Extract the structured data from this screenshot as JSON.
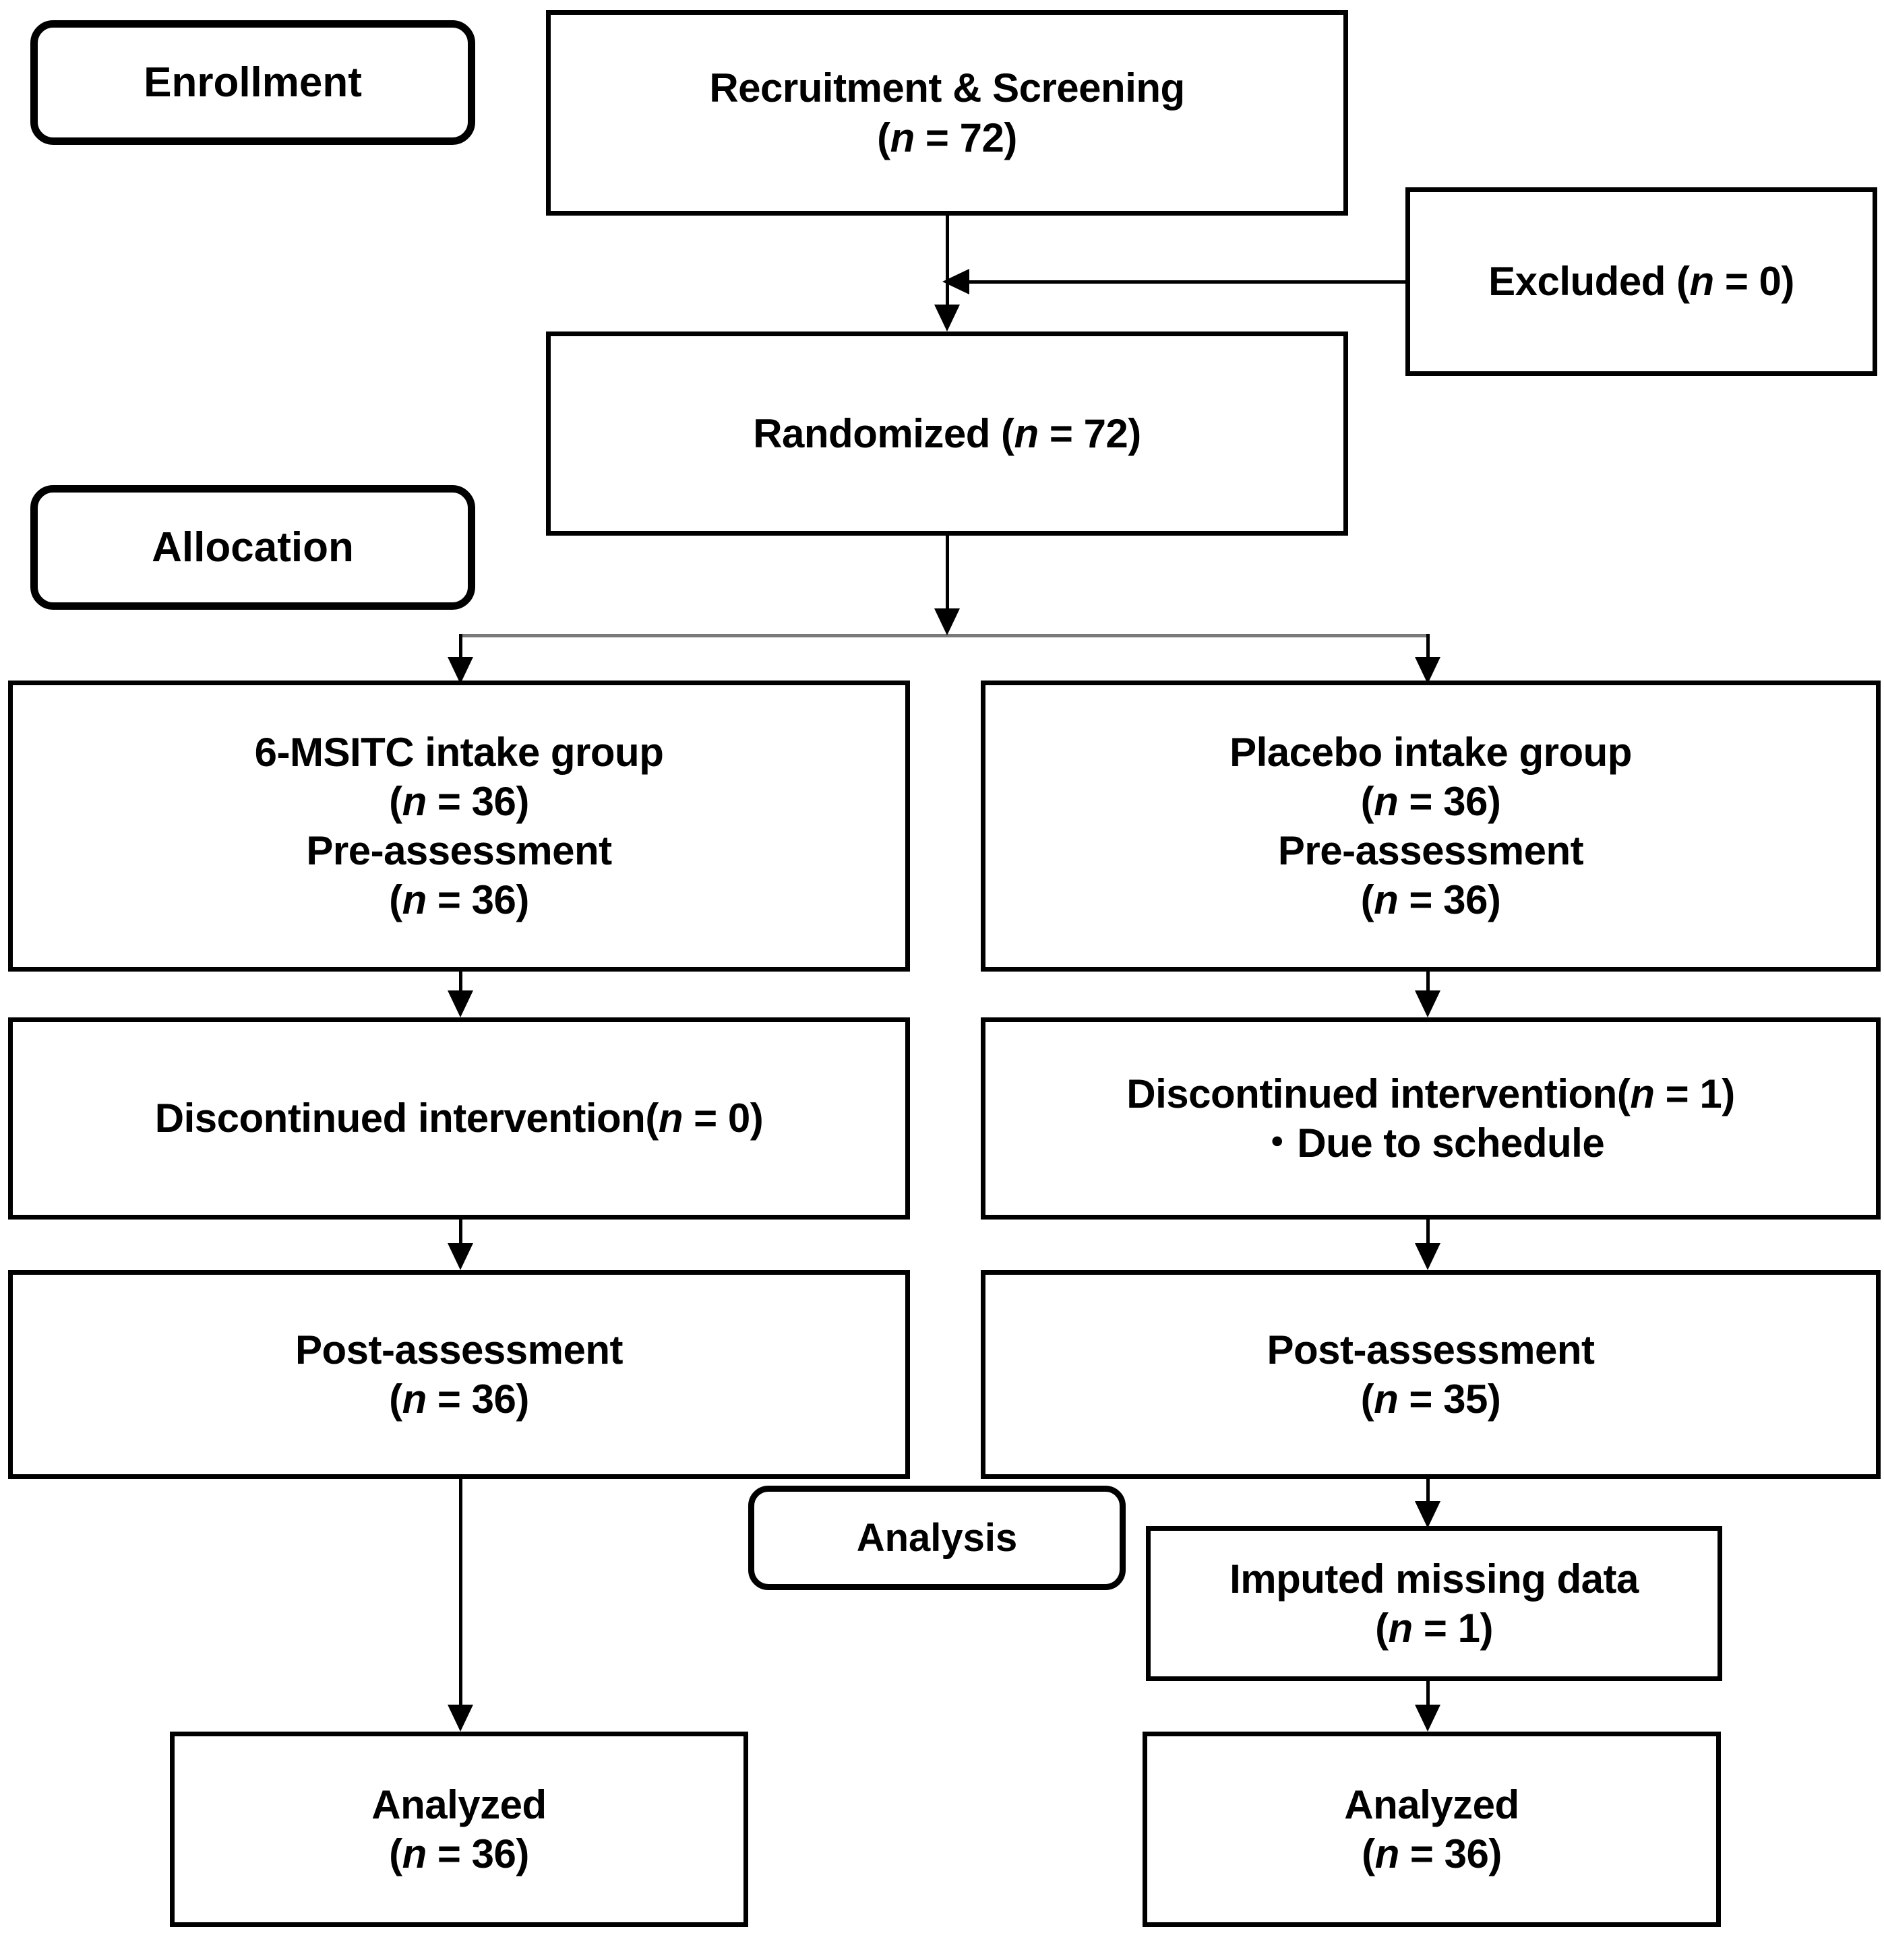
{
  "diagram": {
    "type": "CONSORT participant flow diagram",
    "stage_labels": [
      {
        "id": "enrollment",
        "label": "Enrollment"
      },
      {
        "id": "allocation",
        "label": "Allocation"
      },
      {
        "id": "analysis",
        "label": "Analysis"
      }
    ],
    "nodes": {
      "recruitment": {
        "line1": "Recruitment & Screening",
        "line2_prefix": "(",
        "line2_var": "n",
        "line2_value": " = 72)"
      },
      "excluded": {
        "prefix": "Excluded (",
        "var": "n",
        "value": " = 0)"
      },
      "randomized": {
        "prefix": "Randomized (",
        "var": "n",
        "value": " = 72)"
      },
      "left_group": {
        "line1": "6-MSITC intake group",
        "line2_prefix": "(",
        "line2_var": "n",
        "line2_value": " = 36)",
        "line3": "Pre-assessment",
        "line4_prefix": "(",
        "line4_var": "n",
        "line4_value": " = 36)"
      },
      "right_group": {
        "line1": "Placebo intake group",
        "line2_prefix": "(",
        "line2_var": "n",
        "line2_value": " = 36)",
        "line3": "Pre-assessment",
        "line4_prefix": "(",
        "line4_var": "n",
        "line4_value": " = 36)"
      },
      "left_discontinued": {
        "prefix": "Discontinued intervention(",
        "var": "n",
        "value": " = 0)"
      },
      "right_discontinued": {
        "prefix": "Discontinued intervention(",
        "var": "n",
        "value": " = 1)",
        "reason": "・Due to schedule"
      },
      "left_post": {
        "line1": "Post-assessment",
        "line2_prefix": "(",
        "line2_var": "n",
        "line2_value": " = 36)"
      },
      "right_post": {
        "line1": "Post-assessment",
        "line2_prefix": "(",
        "line2_var": "n",
        "line2_value": " = 35)"
      },
      "imputed": {
        "line1": "Imputed missing data",
        "line2_prefix": "(",
        "line2_var": "n",
        "line2_value": " = 1)"
      },
      "left_analyzed": {
        "line1": "Analyzed",
        "line2_prefix": "(",
        "line2_var": "n",
        "line2_value": " = 36)"
      },
      "right_analyzed": {
        "line1": "Analyzed",
        "line2_prefix": "(",
        "line2_var": "n",
        "line2_value": " = 36)"
      }
    },
    "colors": {
      "stroke": "#000000",
      "background": "#ffffff",
      "split_connector": "#7a7a7a"
    }
  }
}
